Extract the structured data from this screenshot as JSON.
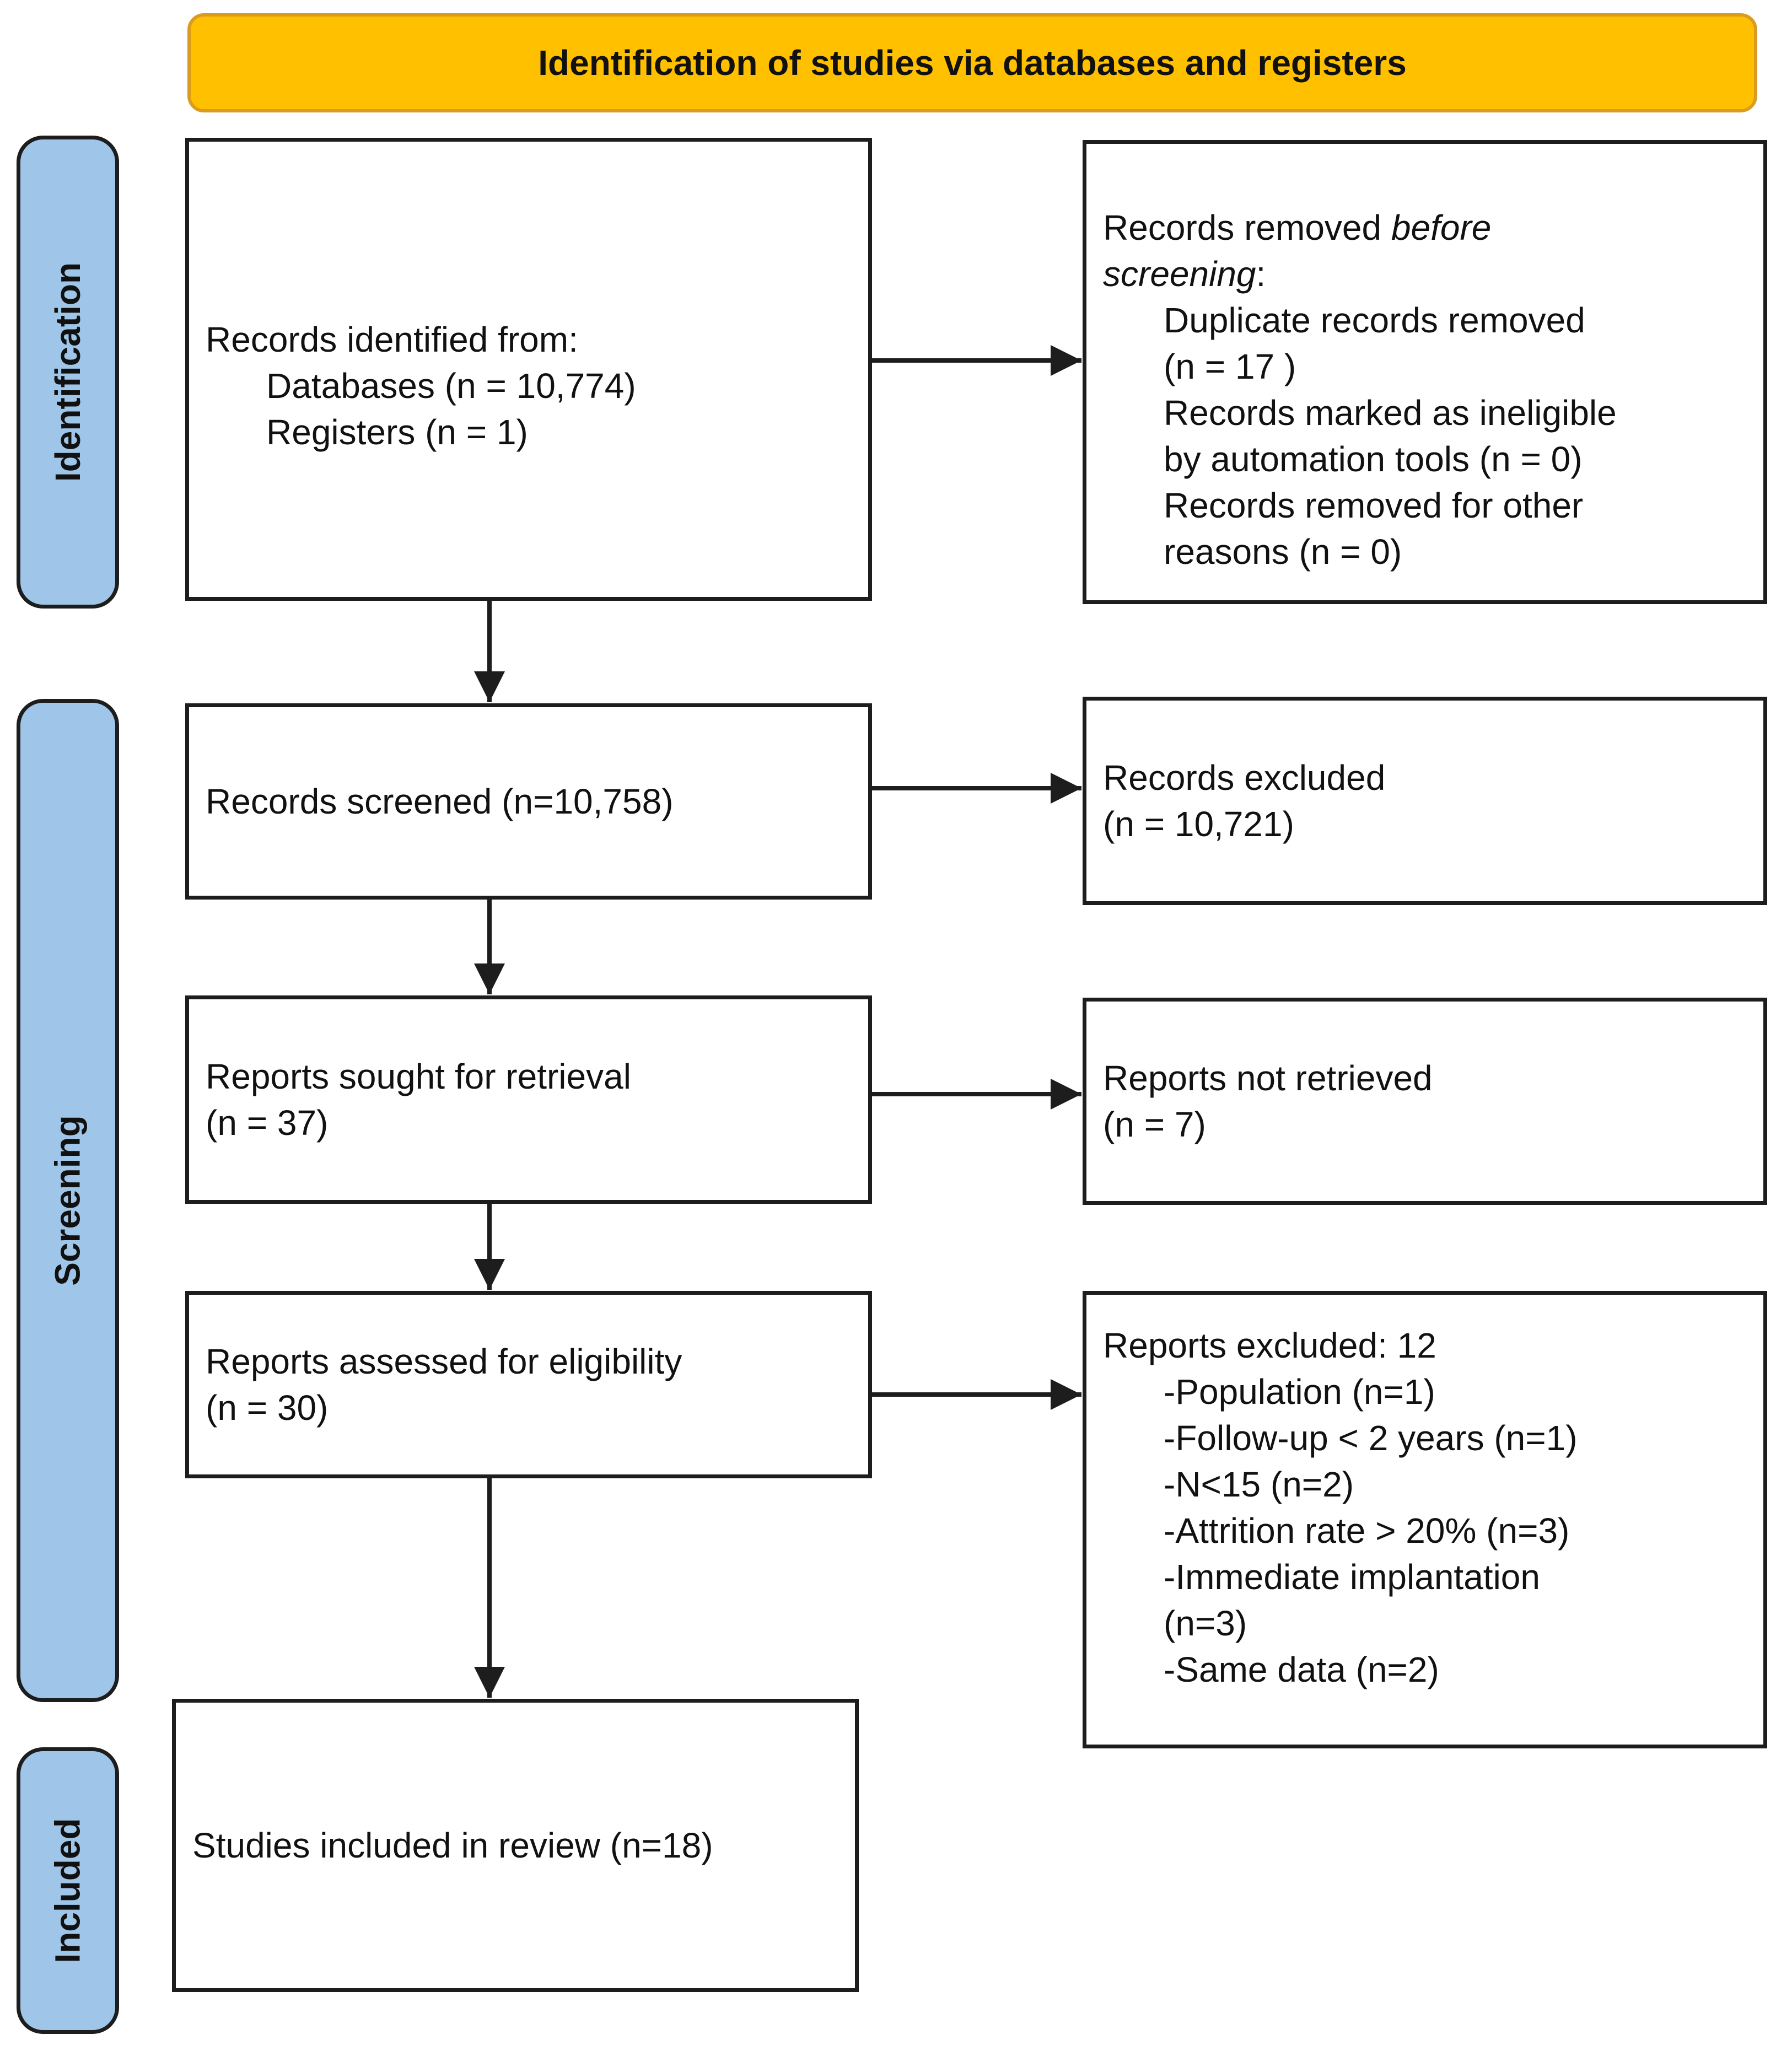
{
  "colors": {
    "banner-fill": "#FFC000",
    "banner-border": "#DA9B1E",
    "sidebar-fill": "#9FC6E8",
    "line": "#1D1D1D",
    "box-fill": "#FFFFFF",
    "text": "#111111"
  },
  "banner": {
    "title": "Identification of studies via databases and registers"
  },
  "sidebar": {
    "identification": "Identification",
    "screening": "Screening",
    "included": "Included"
  },
  "flow": {
    "records_identified": {
      "title": "Records identified from:",
      "items": [
        "Databases (n = 10,774)",
        "Registers (n = 1)"
      ]
    },
    "records_removed": {
      "prefix": "Records removed ",
      "italic": "before screening",
      "suffix": ":",
      "items": [
        "Duplicate records removed (n = 17 )",
        "Records marked as ineligible by automation tools (n = 0)",
        "Records removed for other reasons (n = 0)"
      ]
    },
    "records_screened": {
      "label": "Records screened (n=10,758)"
    },
    "records_excluded": {
      "line1": "Records excluded",
      "line2": "(n = 10,721)"
    },
    "reports_sought": {
      "line1": "Reports sought for retrieval",
      "line2": "(n = 37)"
    },
    "reports_not_retrieved": {
      "line1": "Reports not retrieved",
      "line2": "(n = 7)"
    },
    "reports_assessed": {
      "line1": "Reports assessed for eligibility",
      "line2": "(n = 30)"
    },
    "reports_excluded": {
      "title": "Reports excluded: 12",
      "items": [
        "-Population (n=1)",
        "-Follow-up < 2 years (n=1)",
        "-N<15 (n=2)",
        "-Attrition rate > 20% (n=3)",
        "-Immediate implantation (n=3)",
        "-Same data (n=2)"
      ]
    },
    "studies_included": {
      "label": "Studies included in review (n=18)"
    }
  }
}
